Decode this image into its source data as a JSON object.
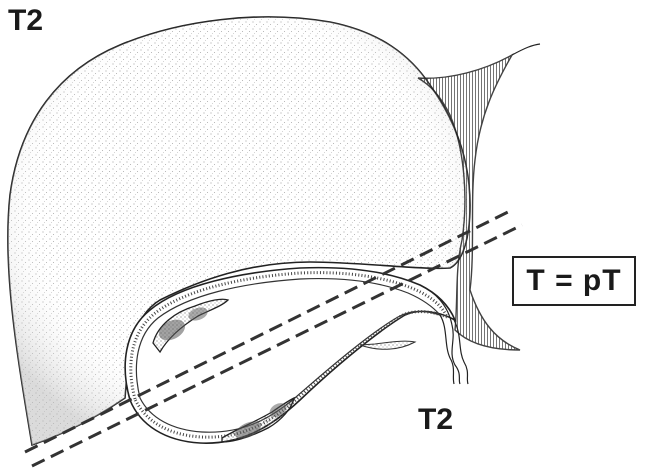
{
  "labels": {
    "stage_top": "T2",
    "stage_bottom": "T2",
    "formula": "T = pT"
  },
  "colors": {
    "ink": "#1a1a1a",
    "stipple": "#888888",
    "background": "#ffffff"
  },
  "icons": {
    "liver": "liver-illustration",
    "ligament": "hepatic-ligament-illustration",
    "gallbladder": "gallbladder-illustration",
    "tumor": "tumor-nodule-illustration",
    "resection_line": "dashed-resection-line"
  }
}
